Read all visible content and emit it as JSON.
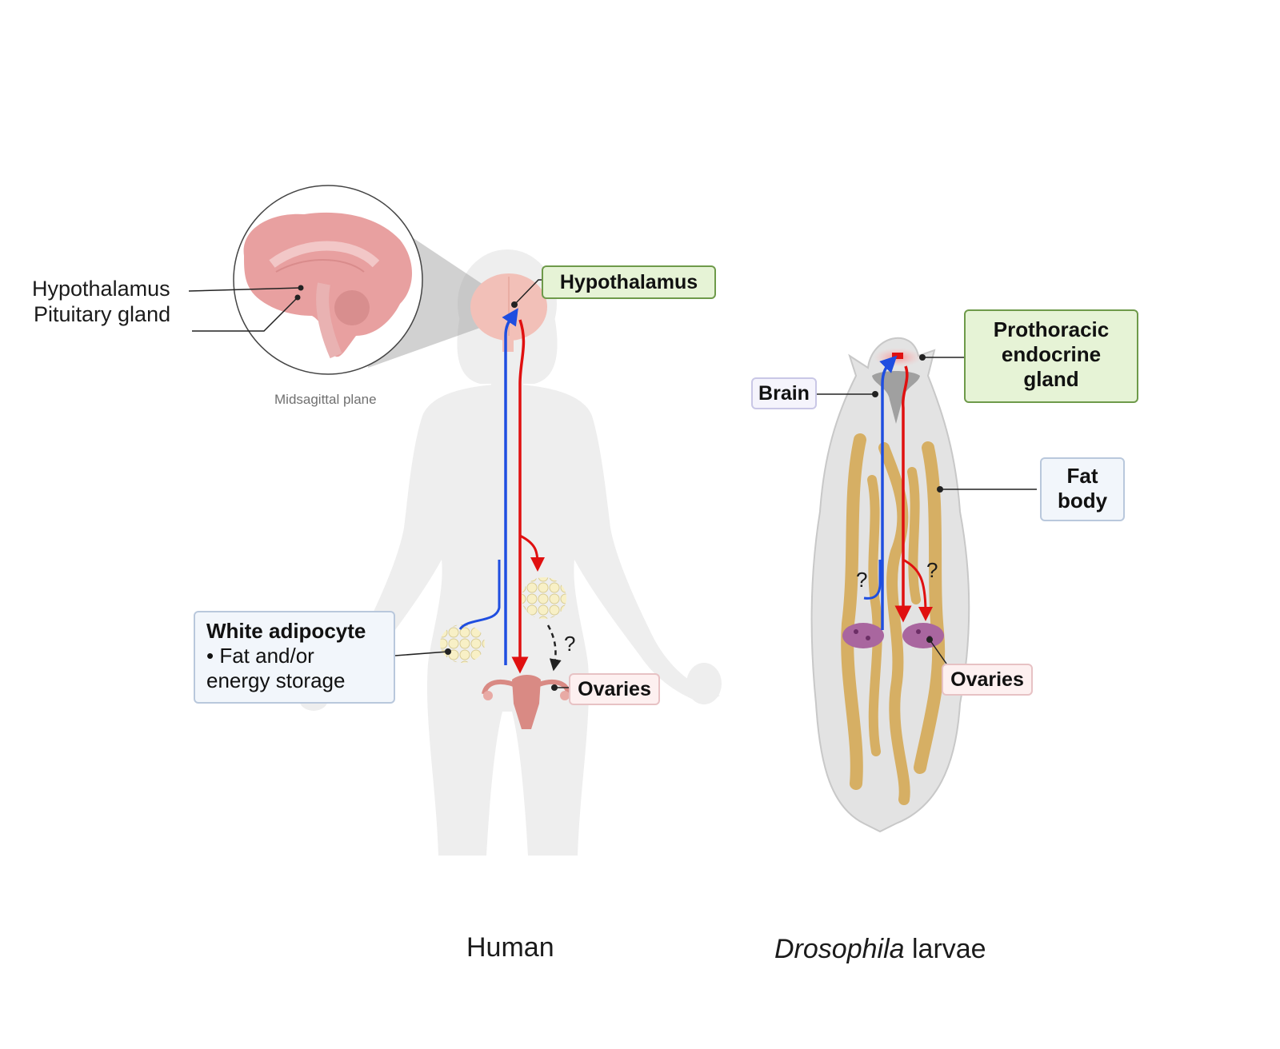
{
  "human": {
    "caption": "Human",
    "inset": {
      "label_hypothalamus": "Hypothalamus",
      "label_pituitary": "Pituitary gland",
      "plane_caption": "Midsagittal plane"
    },
    "labels": {
      "hypothalamus": "Hypothalamus",
      "adipocyte_title": "White adipocyte",
      "adipocyte_line1": "• Fat and/or",
      "adipocyte_line2": "energy storage",
      "ovaries": "Ovaries"
    },
    "question_mark": "?"
  },
  "drosophila": {
    "caption_italic": "Drosophila",
    "caption_rest": " larvae",
    "labels": {
      "brain": "Brain",
      "pg_line1": "Prothoracic",
      "pg_line2": "endocrine",
      "pg_line3": "gland",
      "fat_line1": "Fat",
      "fat_line2": "body",
      "ovaries": "Ovaries"
    },
    "question_left": "?",
    "question_right": "?"
  },
  "colors": {
    "signal_up": "#1f4ee0",
    "signal_down": "#e01010",
    "hypothalamus_box": "#e6f3d6",
    "ovaries_box": "#fdf0f0",
    "adipocyte_box": "#f2f6fb",
    "brain_box": "#f5f4fc"
  }
}
